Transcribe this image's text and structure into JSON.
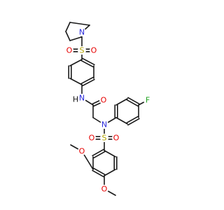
{
  "diagram": {
    "type": "skeletal-structure",
    "atom_labels": [
      {
        "id": "a0",
        "text": "N",
        "element": "N"
      },
      {
        "id": "a1",
        "text": "S",
        "element": "S"
      },
      {
        "id": "a2",
        "text": "O",
        "element": "O"
      },
      {
        "id": "a3",
        "text": "O",
        "element": "O"
      },
      {
        "id": "a4",
        "text": "N",
        "element": "N"
      },
      {
        "id": "a5",
        "text": "H",
        "element": "H"
      },
      {
        "id": "a6",
        "text": "O",
        "element": "O"
      },
      {
        "id": "a7",
        "text": "F",
        "element": "F"
      },
      {
        "id": "a8",
        "text": "N",
        "element": "N"
      },
      {
        "id": "a9",
        "text": "S",
        "element": "S"
      },
      {
        "id": "a10",
        "text": "O",
        "element": "O"
      },
      {
        "id": "a11",
        "text": "O",
        "element": "O"
      },
      {
        "id": "a12",
        "text": "O",
        "element": "O"
      },
      {
        "id": "a13",
        "text": "O",
        "element": "O"
      }
    ]
  }
}
